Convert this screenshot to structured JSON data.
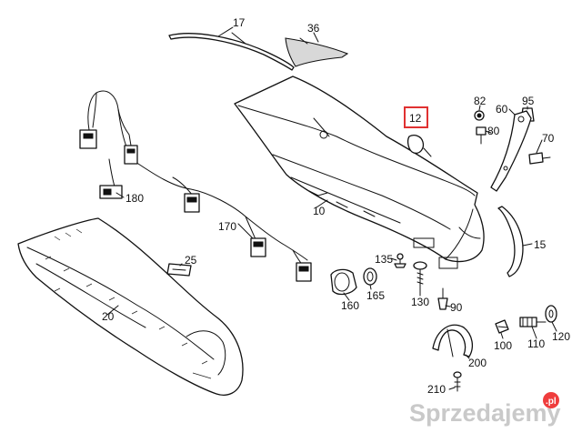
{
  "labels": {
    "p17": "17",
    "p36": "36",
    "p82": "82",
    "p95": "95",
    "p60": "60",
    "p12": "12",
    "p80": "80",
    "p70": "70",
    "p180": "180",
    "p10": "10",
    "p170": "170",
    "p15": "15",
    "p25": "25",
    "p135": "135",
    "p165": "165",
    "p130": "130",
    "p90": "90",
    "p160": "160",
    "p20": "20",
    "p100": "100",
    "p110": "110",
    "p120": "120",
    "p200": "200",
    "p210": "210"
  },
  "highlight": {
    "part": "12",
    "color": "#e03131"
  },
  "watermark": {
    "brand": "Sprzedajemy",
    "tld": ".pl",
    "color": "#ef3d3d"
  }
}
